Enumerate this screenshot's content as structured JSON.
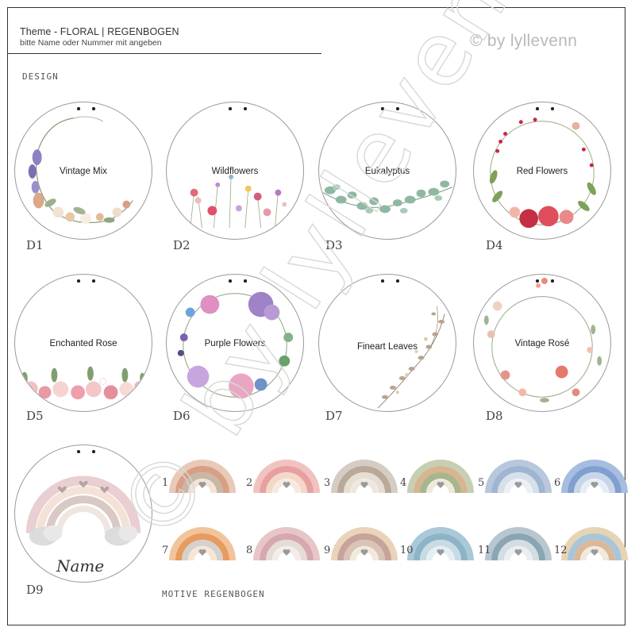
{
  "header": {
    "title": "Theme - FLORAL | REGENBOGEN",
    "subtitle": "bitte Name oder Nummer mit angeben",
    "copyright": "© by lyllevenn"
  },
  "sections": {
    "design_label": "DESIGN",
    "rainbow_label": "MOTIVE REGENBOGEN"
  },
  "designs": [
    {
      "code": "D1",
      "label": "Vintage Mix"
    },
    {
      "code": "D2",
      "label": "Wildflowers"
    },
    {
      "code": "D3",
      "label": "Eukalyptus"
    },
    {
      "code": "D4",
      "label": "Red Flowers"
    },
    {
      "code": "D5",
      "label": "Enchanted Rose"
    },
    {
      "code": "D6",
      "label": "Purple Flowers"
    },
    {
      "code": "D7",
      "label": "Fineart Leaves"
    },
    {
      "code": "D8",
      "label": "Vintage Rosé"
    },
    {
      "code": "D9",
      "label": "Name"
    }
  ],
  "rainbows": [
    {
      "num": "1",
      "colors": [
        "#e9c9b8",
        "#d99f86",
        "#c8b8a6",
        "#f3e3d6"
      ]
    },
    {
      "num": "2",
      "colors": [
        "#f0c3c0",
        "#e7a0a0",
        "#f4d8c9",
        "#f7e8e0"
      ]
    },
    {
      "num": "3",
      "colors": [
        "#d5cdc3",
        "#b9a99a",
        "#e6ddd3",
        "#efe7df"
      ]
    },
    {
      "num": "4",
      "colors": [
        "#c7cfb2",
        "#d6b690",
        "#a8b58d",
        "#efe9d8"
      ]
    },
    {
      "num": "5",
      "colors": [
        "#b9c7dd",
        "#9fb6d2",
        "#d7dfe9",
        "#ecf0f5"
      ]
    },
    {
      "num": "6",
      "colors": [
        "#a6bde0",
        "#7fa0d0",
        "#c9d6ea",
        "#e7edf6"
      ]
    },
    {
      "num": "7",
      "colors": [
        "#f1c49c",
        "#e79b5f",
        "#d6d1cc",
        "#f5e6d6"
      ]
    },
    {
      "num": "8",
      "colors": [
        "#e8c6c6",
        "#d7a7b0",
        "#e6dcd6",
        "#f3ece8"
      ]
    },
    {
      "num": "9",
      "colors": [
        "#e9d4b9",
        "#c8a39b",
        "#d8c5b7",
        "#f2e9dc"
      ]
    },
    {
      "num": "10",
      "colors": [
        "#a9c8d8",
        "#8db4c6",
        "#c9dbe3",
        "#e5eef2"
      ]
    },
    {
      "num": "11",
      "colors": [
        "#b7c6cf",
        "#8aa6b5",
        "#d4dde2",
        "#e9eef1"
      ]
    },
    {
      "num": "12",
      "colors": [
        "#e7d4b4",
        "#a9c6d9",
        "#d9b99a",
        "#f0e9dc"
      ]
    }
  ]
}
